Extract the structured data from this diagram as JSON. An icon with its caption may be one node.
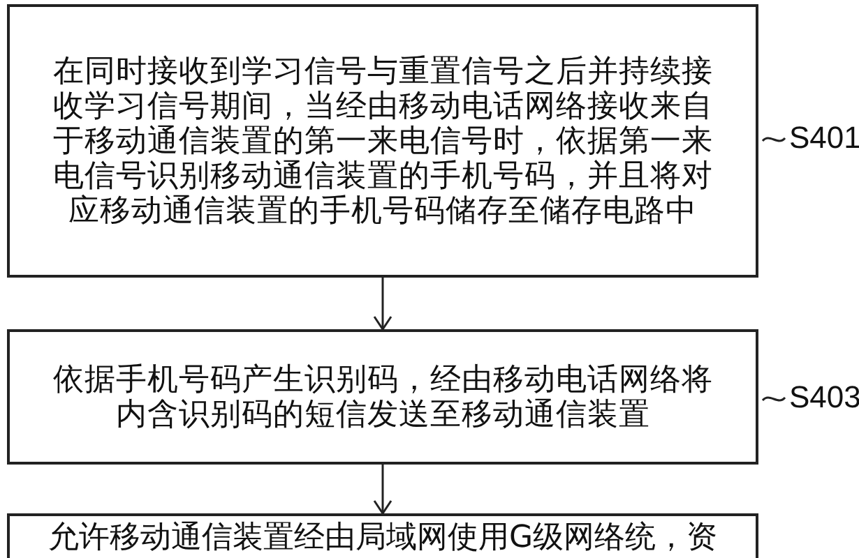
{
  "diagram": {
    "nodes": [
      {
        "text": [
          "在同时接收到学习信号与重置信号之后并持续接收学习信号期间，当经由移动电话网络接收来自于移动通信装置的第一来电信号时，依据第一来电信号识别移动通信装置的手机号码，并且将对应移动通信装置的手机号码储存至储存电路中"
        ],
        "beside": [
          "S401"
        ]
      },
      {
        "text": [
          "依据手机号码产生识别码，经由移动电话网络将内含识别码的短信发送至移动通信装置"
        ],
        "beside": [
          "S403"
        ]
      },
      {
        "text": [
          "允许移动通信装置经由局域网使用G级网络统，资"
        ]
      }
    ],
    "edges": [
      {
        "from": 0,
        "to": 1,
        "arrow": "to"
      },
      {
        "from": 1,
        "to": 2,
        "arrow": "to"
      }
    ]
  }
}
